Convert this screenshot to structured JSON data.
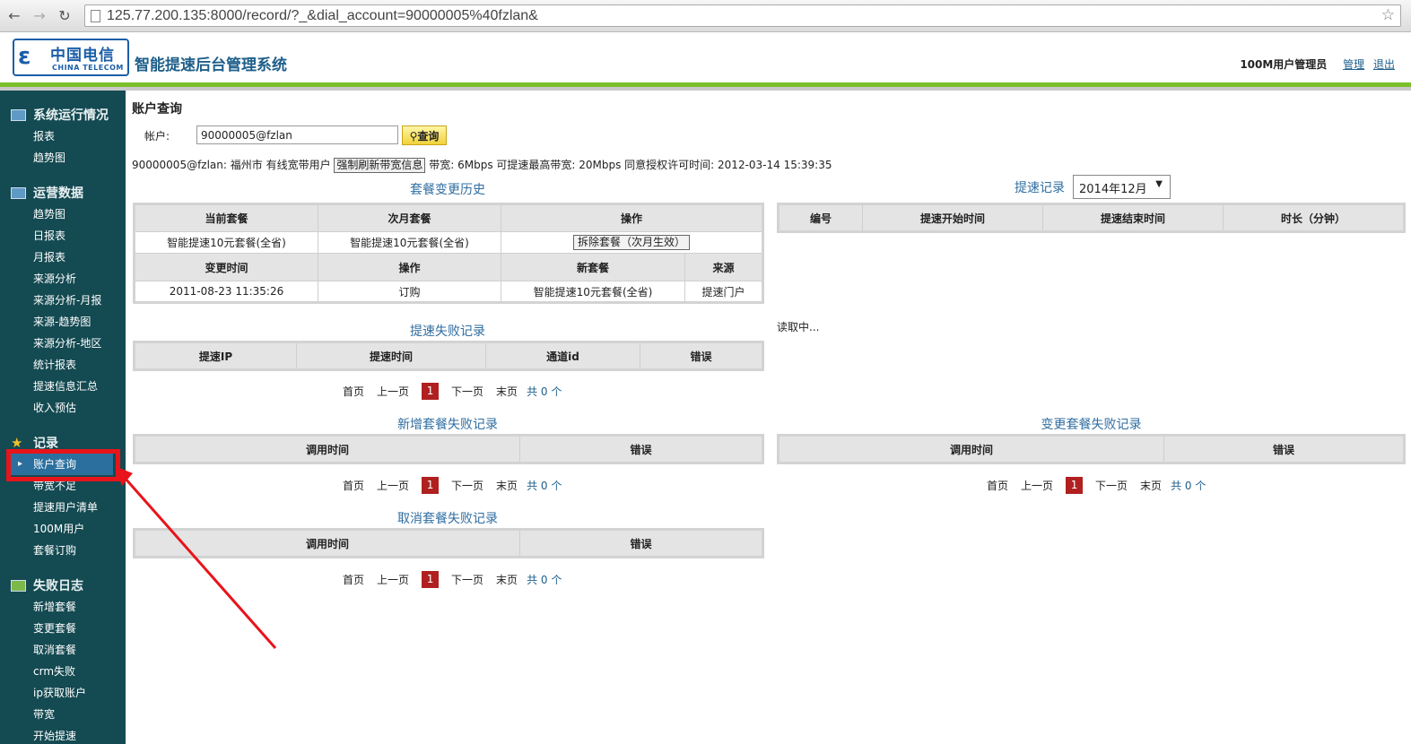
{
  "browser": {
    "url": "125.77.200.135:8000/record/?_&dial_account=90000005%40fzlan&"
  },
  "header": {
    "logo_cn": "中国电信",
    "logo_en": "CHINA TELECOM",
    "title": "智能提速后台管理系统",
    "user": "100M用户管理员",
    "manage": "管理",
    "logout": "退出"
  },
  "sidebar": {
    "sections": [
      {
        "title": "系统运行情况",
        "items": [
          "报表",
          "趋势图"
        ]
      },
      {
        "title": "运营数据",
        "items": [
          "趋势图",
          "日报表",
          "月报表",
          "来源分析",
          "来源分析-月报",
          "来源-趋势图",
          "来源分析-地区",
          "统计报表",
          "提速信息汇总",
          "收入预估"
        ]
      },
      {
        "title": "记录",
        "items": [
          "账户查询",
          "带宽不足",
          "提速用户清单",
          "100M用户",
          "套餐订购"
        ]
      },
      {
        "title": "失败日志",
        "items": [
          "新增套餐",
          "变更套餐",
          "取消套餐",
          "crm失败",
          "ip获取账户",
          "带宽",
          "开始提速"
        ]
      }
    ]
  },
  "main": {
    "page_title": "账户查询",
    "account_label": "帐户:",
    "account_value": "90000005@fzlan",
    "query_button": "查询",
    "info": {
      "prefix": "90000005@fzlan:  福州市 有线宽带用户",
      "refresh_button": "强制刷新带宽信息",
      "suffix": "带宽: 6Mbps 可提速最高带宽: 20Mbps 同意授权许可时间: 2012-03-14 15:39:35"
    },
    "history": {
      "title": "套餐变更历史",
      "head1": [
        "当前套餐",
        "次月套餐",
        "操作"
      ],
      "row1": [
        "智能提速10元套餐(全省)",
        "智能提速10元套餐(全省)"
      ],
      "remove_button": "拆除套餐（次月生效）",
      "head2": [
        "变更时间",
        "操作",
        "新套餐",
        "来源"
      ],
      "row2": [
        "2011-08-23 11:35:26",
        "订购",
        "智能提速10元套餐(全省)",
        "提速门户"
      ]
    },
    "speed_records": {
      "title": "提速记录",
      "month": "2014年12月",
      "columns": [
        "编号",
        "提速开始时间",
        "提速结束时间",
        "时长（分钟）"
      ],
      "loading": "读取中..."
    },
    "fail_records": {
      "title": "提速失败记录",
      "columns": [
        "提速IP",
        "提速时间",
        "通道id",
        "错误"
      ]
    },
    "new_fail": {
      "title": "新增套餐失败记录",
      "columns": [
        "调用时间",
        "错误"
      ]
    },
    "change_fail": {
      "title": "变更套餐失败记录",
      "columns": [
        "调用时间",
        "错误"
      ]
    },
    "cancel_fail": {
      "title": "取消套餐失败记录",
      "columns": [
        "调用时间",
        "错误"
      ]
    },
    "pager": {
      "first": "首页",
      "prev": "上一页",
      "current": "1",
      "next": "下一页",
      "last": "末页",
      "total": "共 0 个"
    }
  },
  "colors": {
    "sidebar_bg": "#144a52",
    "active_item": "#2b6f9e",
    "accent_green": "#7cbf2c",
    "highlight_red": "#e8141b",
    "link_blue": "#2f6da0"
  }
}
